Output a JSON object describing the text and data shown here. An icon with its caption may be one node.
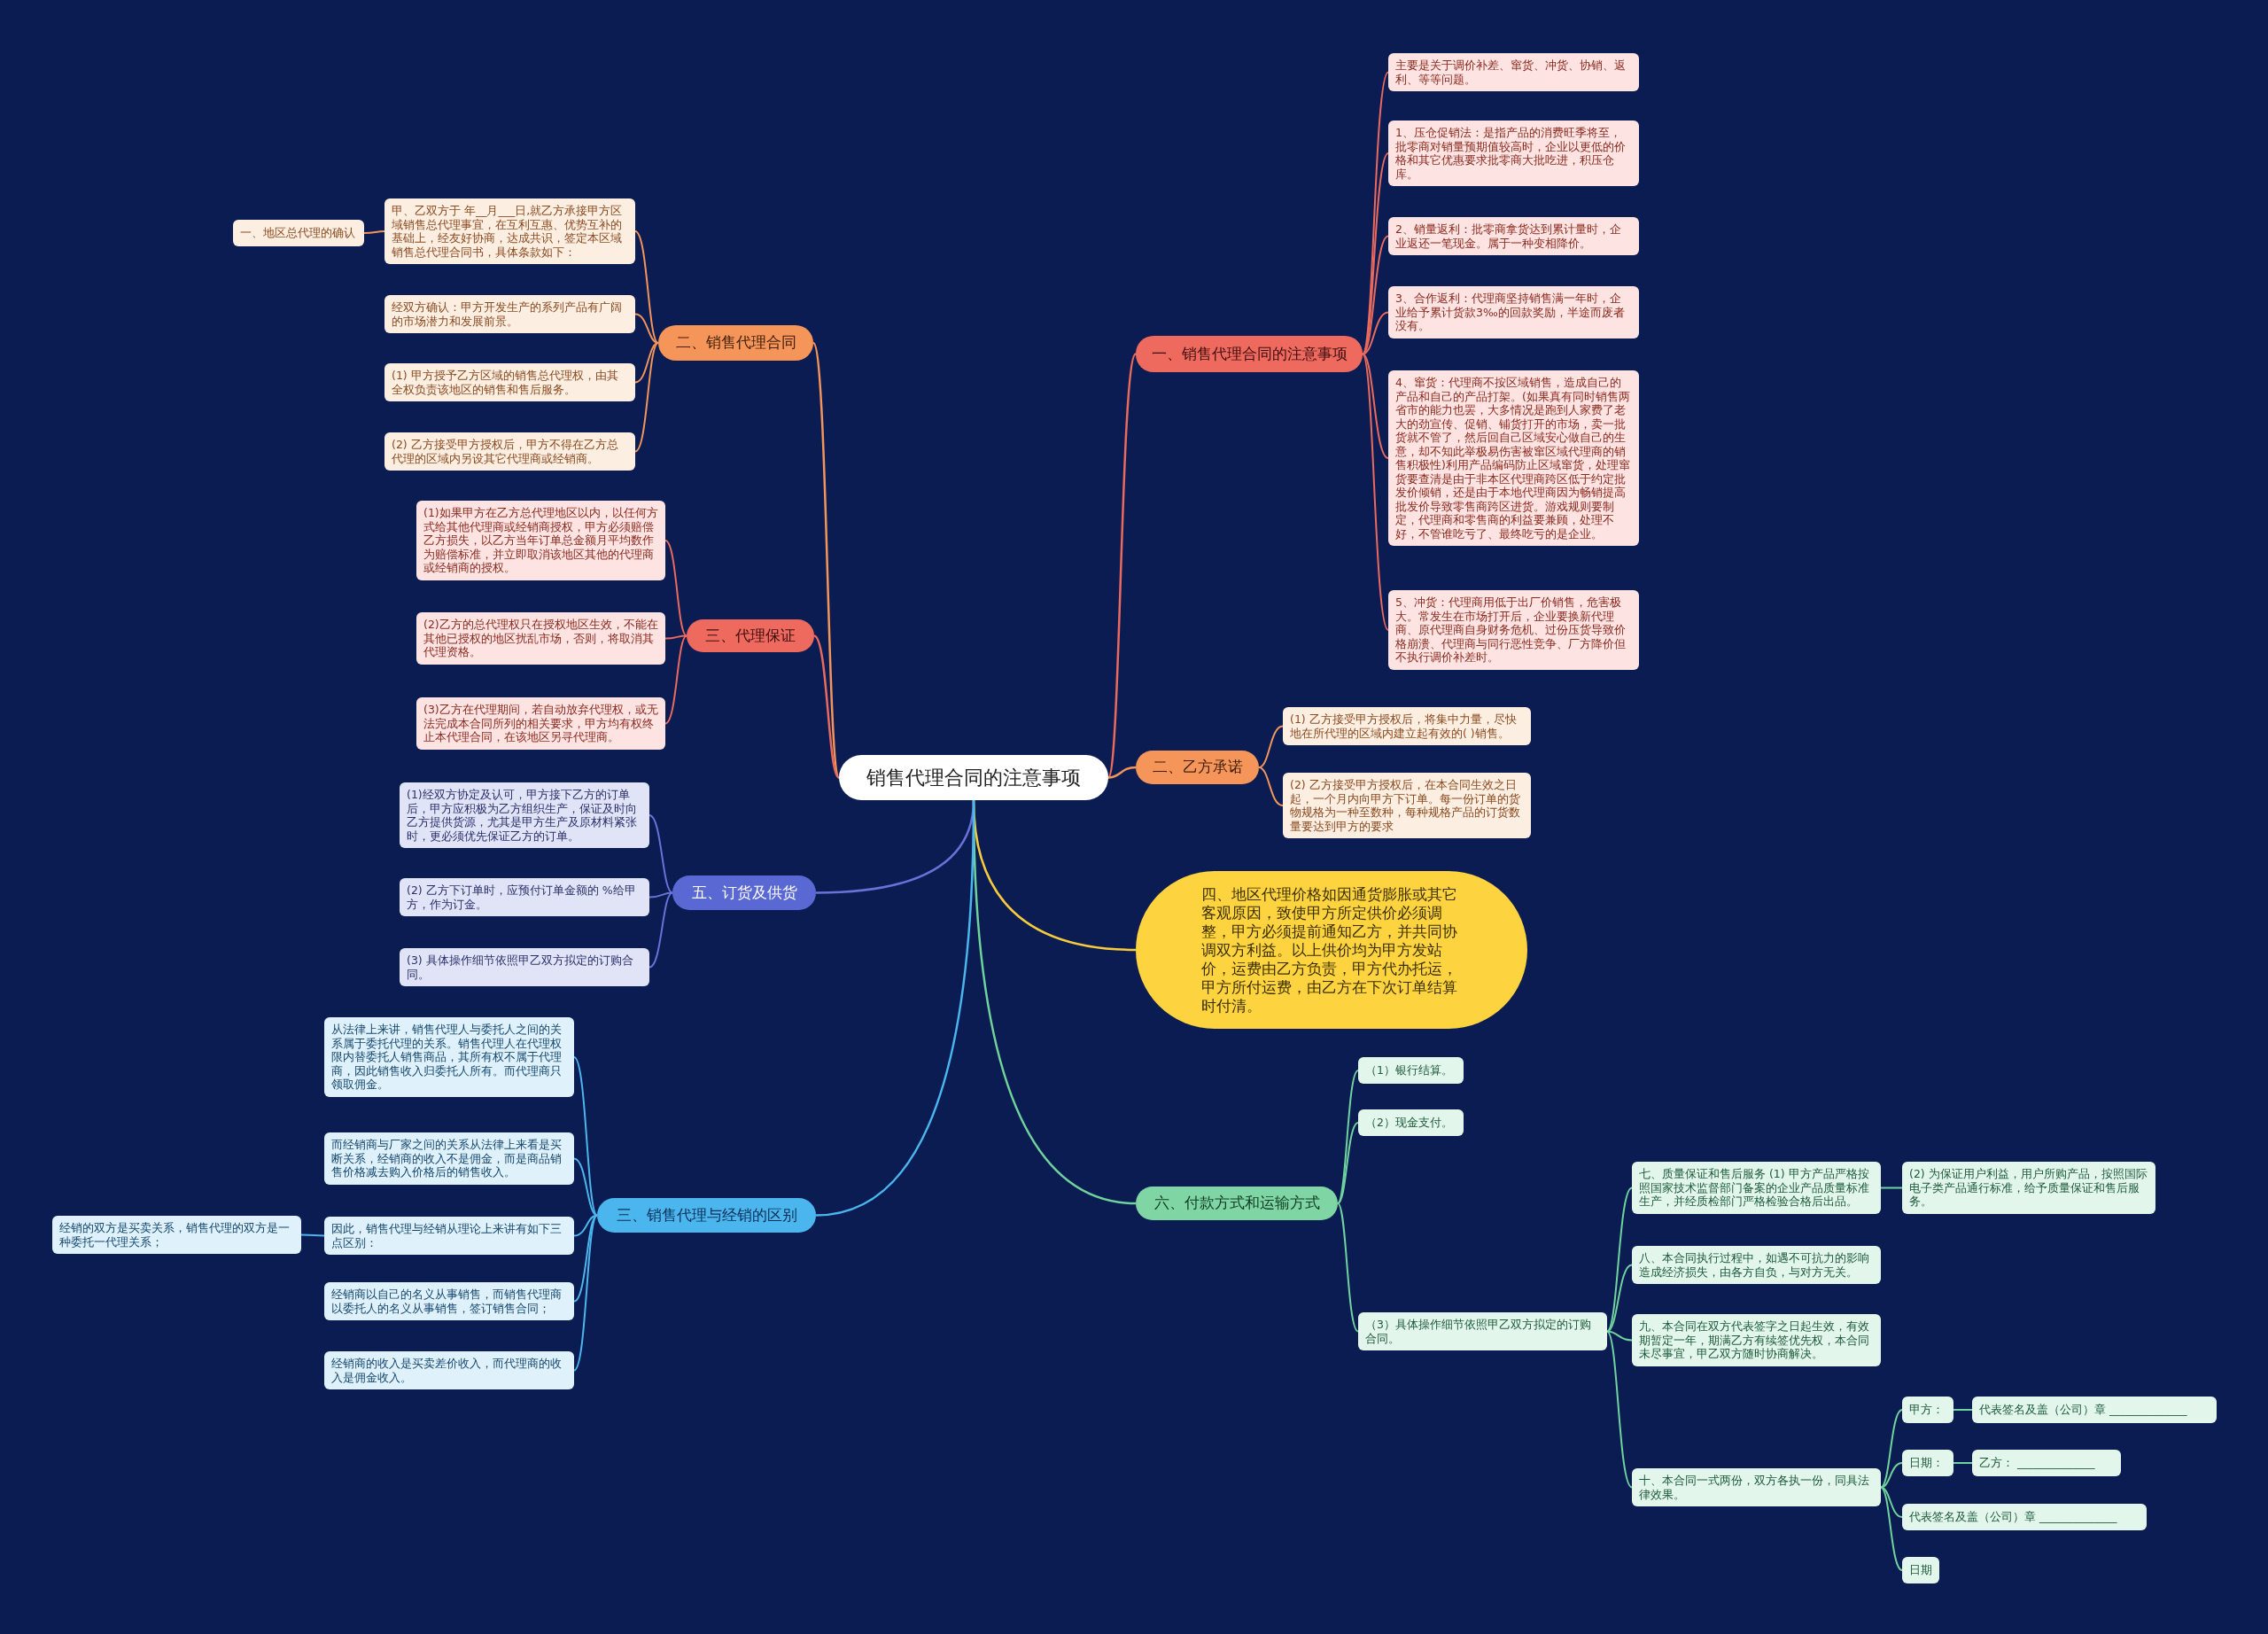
{
  "diagram": {
    "nodes": [
      {
        "text": [
          "销售代理合同的注意事项"
        ]
      },
      {
        "text": [
          "一、销售代理合同的注意事项"
        ]
      },
      {
        "text": [
          "主要是关于调价补差、窜货、冲货、协销、返利、等等问题。"
        ]
      },
      {
        "text": [
          "1、压仓促销法：是指产品的消费旺季将至，批零商对销量预期值较高时，企业以更低的价格和其它优惠要求批零商大批吃进，积压仓库。"
        ]
      },
      {
        "text": [
          "2、销量返利：批零商拿货达到累计量时，企业返还一笔现金。属于一种变相降价。"
        ]
      },
      {
        "text": [
          "3、合作返利：代理商坚持销售满一年时，企业给予累计货款3‰的回款奖励，半途而废者没有。"
        ]
      },
      {
        "text": [
          "4、窜货：代理商不按区域销售，造成自己的产品和自己的产品打架。(如果真有同时销售两省市的能力也罢，大多情况是跑到人家费了老大的劲宣传、促销、铺货打开的市场，卖一批货就不管了，然后回自己区域安心做自己的生意，却不知此举极易伤害被窜区域代理商的销售积极性)利用产品编码防止区域窜货，处理窜货要查清是由于非本区代理商跨区低于约定批发价倾销，还是由于本地代理商因为畅销提高批发价导致零售商跨区进货。游戏规则要制定，代理商和零售商的利益要兼顾，处理不好，不管谁吃亏了、最终吃亏的是企业。"
        ]
      },
      {
        "text": [
          "5、冲货：代理商用低于出厂价销售，危害极大。常发生在市场打开后，企业要换新代理商、原代理商自身财务危机、过份压货导致价格崩溃、代理商与同行恶性竞争、厂方降价但不执行调价补差时。"
        ]
      },
      {
        "text": [
          "二、乙方承诺"
        ]
      },
      {
        "text": [
          "(1) 乙方接受甲方授权后，将集中力量，尽快地在所代理的区域内建立起有效的( )销售。"
        ]
      },
      {
        "text": [
          "(2) 乙方接受甲方授权后，在本合同生效之日起，一个月内向甲方下订单。每一份订单的货物规格为一种至数种，每种规格产品的订货数量要达到甲方的要求"
        ]
      },
      {
        "text": [
          "四、地区代理价格如因通货膨胀或其它客观原因，致使甲方所定供价必须调整，甲方必须提前通知乙方，并共同协调双方利益。以上供价均为甲方发站价，运费由乙方负责，甲方代办托运，甲方所付运费，由乙方在下次订单结算时付清。"
        ]
      },
      {
        "text": [
          "六、付款方式和运输方式"
        ]
      },
      {
        "text": [
          "（1）银行结算。"
        ]
      },
      {
        "text": [
          "（2）现金支付。"
        ]
      },
      {
        "text": [
          "（3）具体操作细节依照甲乙双方拟定的订购合同。"
        ]
      },
      {
        "text": [
          "七、质量保证和售后服务 (1) 甲方产品严格按照国家技术监督部门备案的企业产品质量标准生产，并经质检部门严格检验合格后出品。"
        ]
      },
      {
        "text": [
          "(2) 为保证用户利益，用户所购产品，按照国际电子类产品通行标准，给予质量保证和售后服务。"
        ]
      },
      {
        "text": [
          "八、本合同执行过程中，如遇不可抗力的影响造成经济损失，由各方自负，与对方无关。"
        ]
      },
      {
        "text": [
          "九、本合同在双方代表签字之日起生效，有效期暂定一年，期满乙方有续签优先权，本合同未尽事宜，甲乙双方随时协商解决。"
        ]
      },
      {
        "text": [
          "十、本合同一式两份，双方各执一份，同具法律效果。"
        ]
      },
      {
        "text": [
          "甲方："
        ]
      },
      {
        "text": [
          "代表签名及盖（公司）章 ______________"
        ]
      },
      {
        "text": [
          "日期："
        ]
      },
      {
        "text": [
          "乙方： ______________"
        ]
      },
      {
        "text": [
          "代表签名及盖（公司）章 ______________"
        ]
      },
      {
        "text": [
          "日期"
        ]
      },
      {
        "text": [
          "二、销售代理合同"
        ]
      },
      {
        "text": [
          "甲、乙双方于 年__月___日,就乙方承接甲方区域销售总代理事宜，在互利互惠、优势互补的基础上，经友好协商，达成共识，签定本区域销售总代理合同书，具体条款如下："
        ]
      },
      {
        "text": [
          "一、地区总代理的确认"
        ]
      },
      {
        "text": [
          "经双方确认：甲方开发生产的系列产品有广阔的市场潜力和发展前景。"
        ]
      },
      {
        "text": [
          "(1) 甲方授予乙方区域的销售总代理权，由其全权负责该地区的销售和售后服务。"
        ]
      },
      {
        "text": [
          "(2) 乙方接受甲方授权后，甲方不得在乙方总代理的区域内另设其它代理商或经销商。"
        ]
      },
      {
        "text": [
          "三、代理保证"
        ]
      },
      {
        "text": [
          "(1)如果甲方在乙方总代理地区以内，以任何方式给其他代理商或经销商授权，甲方必须赔偿乙方损失，以乙方当年订单总金额月平均数作为赔偿标准，并立即取消该地区其他的代理商或经销商的授权。"
        ]
      },
      {
        "text": [
          "(2)乙方的总代理权只在授权地区生效，不能在其他已授权的地区扰乱市场，否则，将取消其代理资格。"
        ]
      },
      {
        "text": [
          "(3)乙方在代理期间，若自动放弃代理权，或无法完成本合同所列的相关要求，甲方均有权终止本代理合同，在该地区另寻代理商。"
        ]
      },
      {
        "text": [
          "五、订货及供货"
        ]
      },
      {
        "text": [
          "(1)经双方协定及认可，甲方接下乙方的订单后，甲方应积极为乙方组织生产，保证及时向乙方提供货源，尤其是甲方生产及原材料紧张时，更必须优先保证乙方的订单。"
        ]
      },
      {
        "text": [
          "(2) 乙方下订单时，应预付订单金额的 %给甲方，作为订金。"
        ]
      },
      {
        "text": [
          "(3) 具体操作细节依照甲乙双方拟定的订购合同。"
        ]
      },
      {
        "text": [
          "三、销售代理与经销的区别"
        ]
      },
      {
        "text": [
          "从法律上来讲，销售代理人与委托人之间的关系属于委托代理的关系。销售代理人在代理权限内替委托人销售商品，其所有权不属于代理商，因此销售收入归委托人所有。而代理商只领取佣金。"
        ]
      },
      {
        "text": [
          "而经销商与厂家之间的关系从法律上来看是买断关系，经销商的收入不是佣金，而是商品销售价格减去购入价格后的销售收入。"
        ]
      },
      {
        "text": [
          "因此，销售代理与经销从理论上来讲有如下三点区别："
        ]
      },
      {
        "text": [
          "经销的双方是买卖关系，销售代理的双方是一种委托一代理关系；"
        ]
      },
      {
        "text": [
          "经销商以自己的名义从事销售，而销售代理商以委托人的名义从事销售，签订销售合同；"
        ]
      },
      {
        "text": [
          "经销商的收入是买卖差价收入，而代理商的收入是佣金收入。"
        ]
      }
    ],
    "edges": [
      {
        "from": 0,
        "to": 1,
        "arrow": "none",
        "color": "#ea6a5e"
      },
      {
        "from": 1,
        "to": 2,
        "arrow": "none",
        "color": "#ea6a5e"
      },
      {
        "from": 1,
        "to": 3,
        "arrow": "none",
        "color": "#ea6a5e"
      },
      {
        "from": 1,
        "to": 4,
        "arrow": "none",
        "color": "#ea6a5e"
      },
      {
        "from": 1,
        "to": 5,
        "arrow": "none",
        "color": "#ea6a5e"
      },
      {
        "from": 1,
        "to": 6,
        "arrow": "none",
        "color": "#ea6a5e"
      },
      {
        "from": 1,
        "to": 7,
        "arrow": "none",
        "color": "#ea6a5e"
      },
      {
        "from": 0,
        "to": 8,
        "arrow": "none",
        "color": "#f3955a"
      },
      {
        "from": 8,
        "to": 9,
        "arrow": "none",
        "color": "#f3955a"
      },
      {
        "from": 8,
        "to": 10,
        "arrow": "none",
        "color": "#f3955a"
      },
      {
        "from": 0,
        "to": 11,
        "arrow": "none",
        "color": "#f7cc3c"
      },
      {
        "from": 0,
        "to": 12,
        "arrow": "none",
        "color": "#6fd39d"
      },
      {
        "from": 12,
        "to": 13,
        "arrow": "none",
        "color": "#6fd39d"
      },
      {
        "from": 12,
        "to": 14,
        "arrow": "none",
        "color": "#6fd39d"
      },
      {
        "from": 12,
        "to": 15,
        "arrow": "none",
        "color": "#6fd39d"
      },
      {
        "from": 15,
        "to": 16,
        "arrow": "none",
        "color": "#6fd39d"
      },
      {
        "from": 16,
        "to": 17,
        "arrow": "none",
        "color": "#6fd39d"
      },
      {
        "from": 15,
        "to": 18,
        "arrow": "none",
        "color": "#6fd39d"
      },
      {
        "from": 15,
        "to": 19,
        "arrow": "none",
        "color": "#6fd39d"
      },
      {
        "from": 15,
        "to": 20,
        "arrow": "none",
        "color": "#6fd39d"
      },
      {
        "from": 20,
        "to": 21,
        "arrow": "none",
        "color": "#6fd39d"
      },
      {
        "from": 21,
        "to": 22,
        "arrow": "none",
        "color": "#6fd39d"
      },
      {
        "from": 20,
        "to": 23,
        "arrow": "none",
        "color": "#6fd39d"
      },
      {
        "from": 23,
        "to": 24,
        "arrow": "none",
        "color": "#6fd39d"
      },
      {
        "from": 20,
        "to": 25,
        "arrow": "none",
        "color": "#6fd39d"
      },
      {
        "from": 20,
        "to": 26,
        "arrow": "none",
        "color": "#6fd39d"
      },
      {
        "from": 0,
        "to": 27,
        "arrow": "none",
        "color": "#f3955a"
      },
      {
        "from": 27,
        "to": 28,
        "arrow": "none",
        "color": "#f3955a"
      },
      {
        "from": 28,
        "to": 29,
        "arrow": "none",
        "color": "#f3955a"
      },
      {
        "from": 27,
        "to": 30,
        "arrow": "none",
        "color": "#f3955a"
      },
      {
        "from": 27,
        "to": 31,
        "arrow": "none",
        "color": "#f3955a"
      },
      {
        "from": 27,
        "to": 32,
        "arrow": "none",
        "color": "#f3955a"
      },
      {
        "from": 0,
        "to": 33,
        "arrow": "none",
        "color": "#ea6a5e"
      },
      {
        "from": 33,
        "to": 34,
        "arrow": "none",
        "color": "#ea6a5e"
      },
      {
        "from": 33,
        "to": 35,
        "arrow": "none",
        "color": "#ea6a5e"
      },
      {
        "from": 33,
        "to": 36,
        "arrow": "none",
        "color": "#ea6a5e"
      },
      {
        "from": 0,
        "to": 37,
        "arrow": "none",
        "color": "#6a72d8"
      },
      {
        "from": 37,
        "to": 38,
        "arrow": "none",
        "color": "#6a72d8"
      },
      {
        "from": 37,
        "to": 39,
        "arrow": "none",
        "color": "#6a72d8"
      },
      {
        "from": 37,
        "to": 40,
        "arrow": "none",
        "color": "#6a72d8"
      },
      {
        "from": 0,
        "to": 41,
        "arrow": "none",
        "color": "#4bb6ee"
      },
      {
        "from": 41,
        "to": 42,
        "arrow": "none",
        "color": "#4bb6ee"
      },
      {
        "from": 41,
        "to": 43,
        "arrow": "none",
        "color": "#4bb6ee"
      },
      {
        "from": 41,
        "to": 44,
        "arrow": "none",
        "color": "#4bb6ee"
      },
      {
        "from": 44,
        "to": 45,
        "arrow": "none",
        "color": "#4bb6ee"
      },
      {
        "from": 41,
        "to": 46,
        "arrow": "none",
        "color": "#4bb6ee"
      },
      {
        "from": 41,
        "to": 47,
        "arrow": "none",
        "color": "#4bb6ee"
      }
    ]
  }
}
